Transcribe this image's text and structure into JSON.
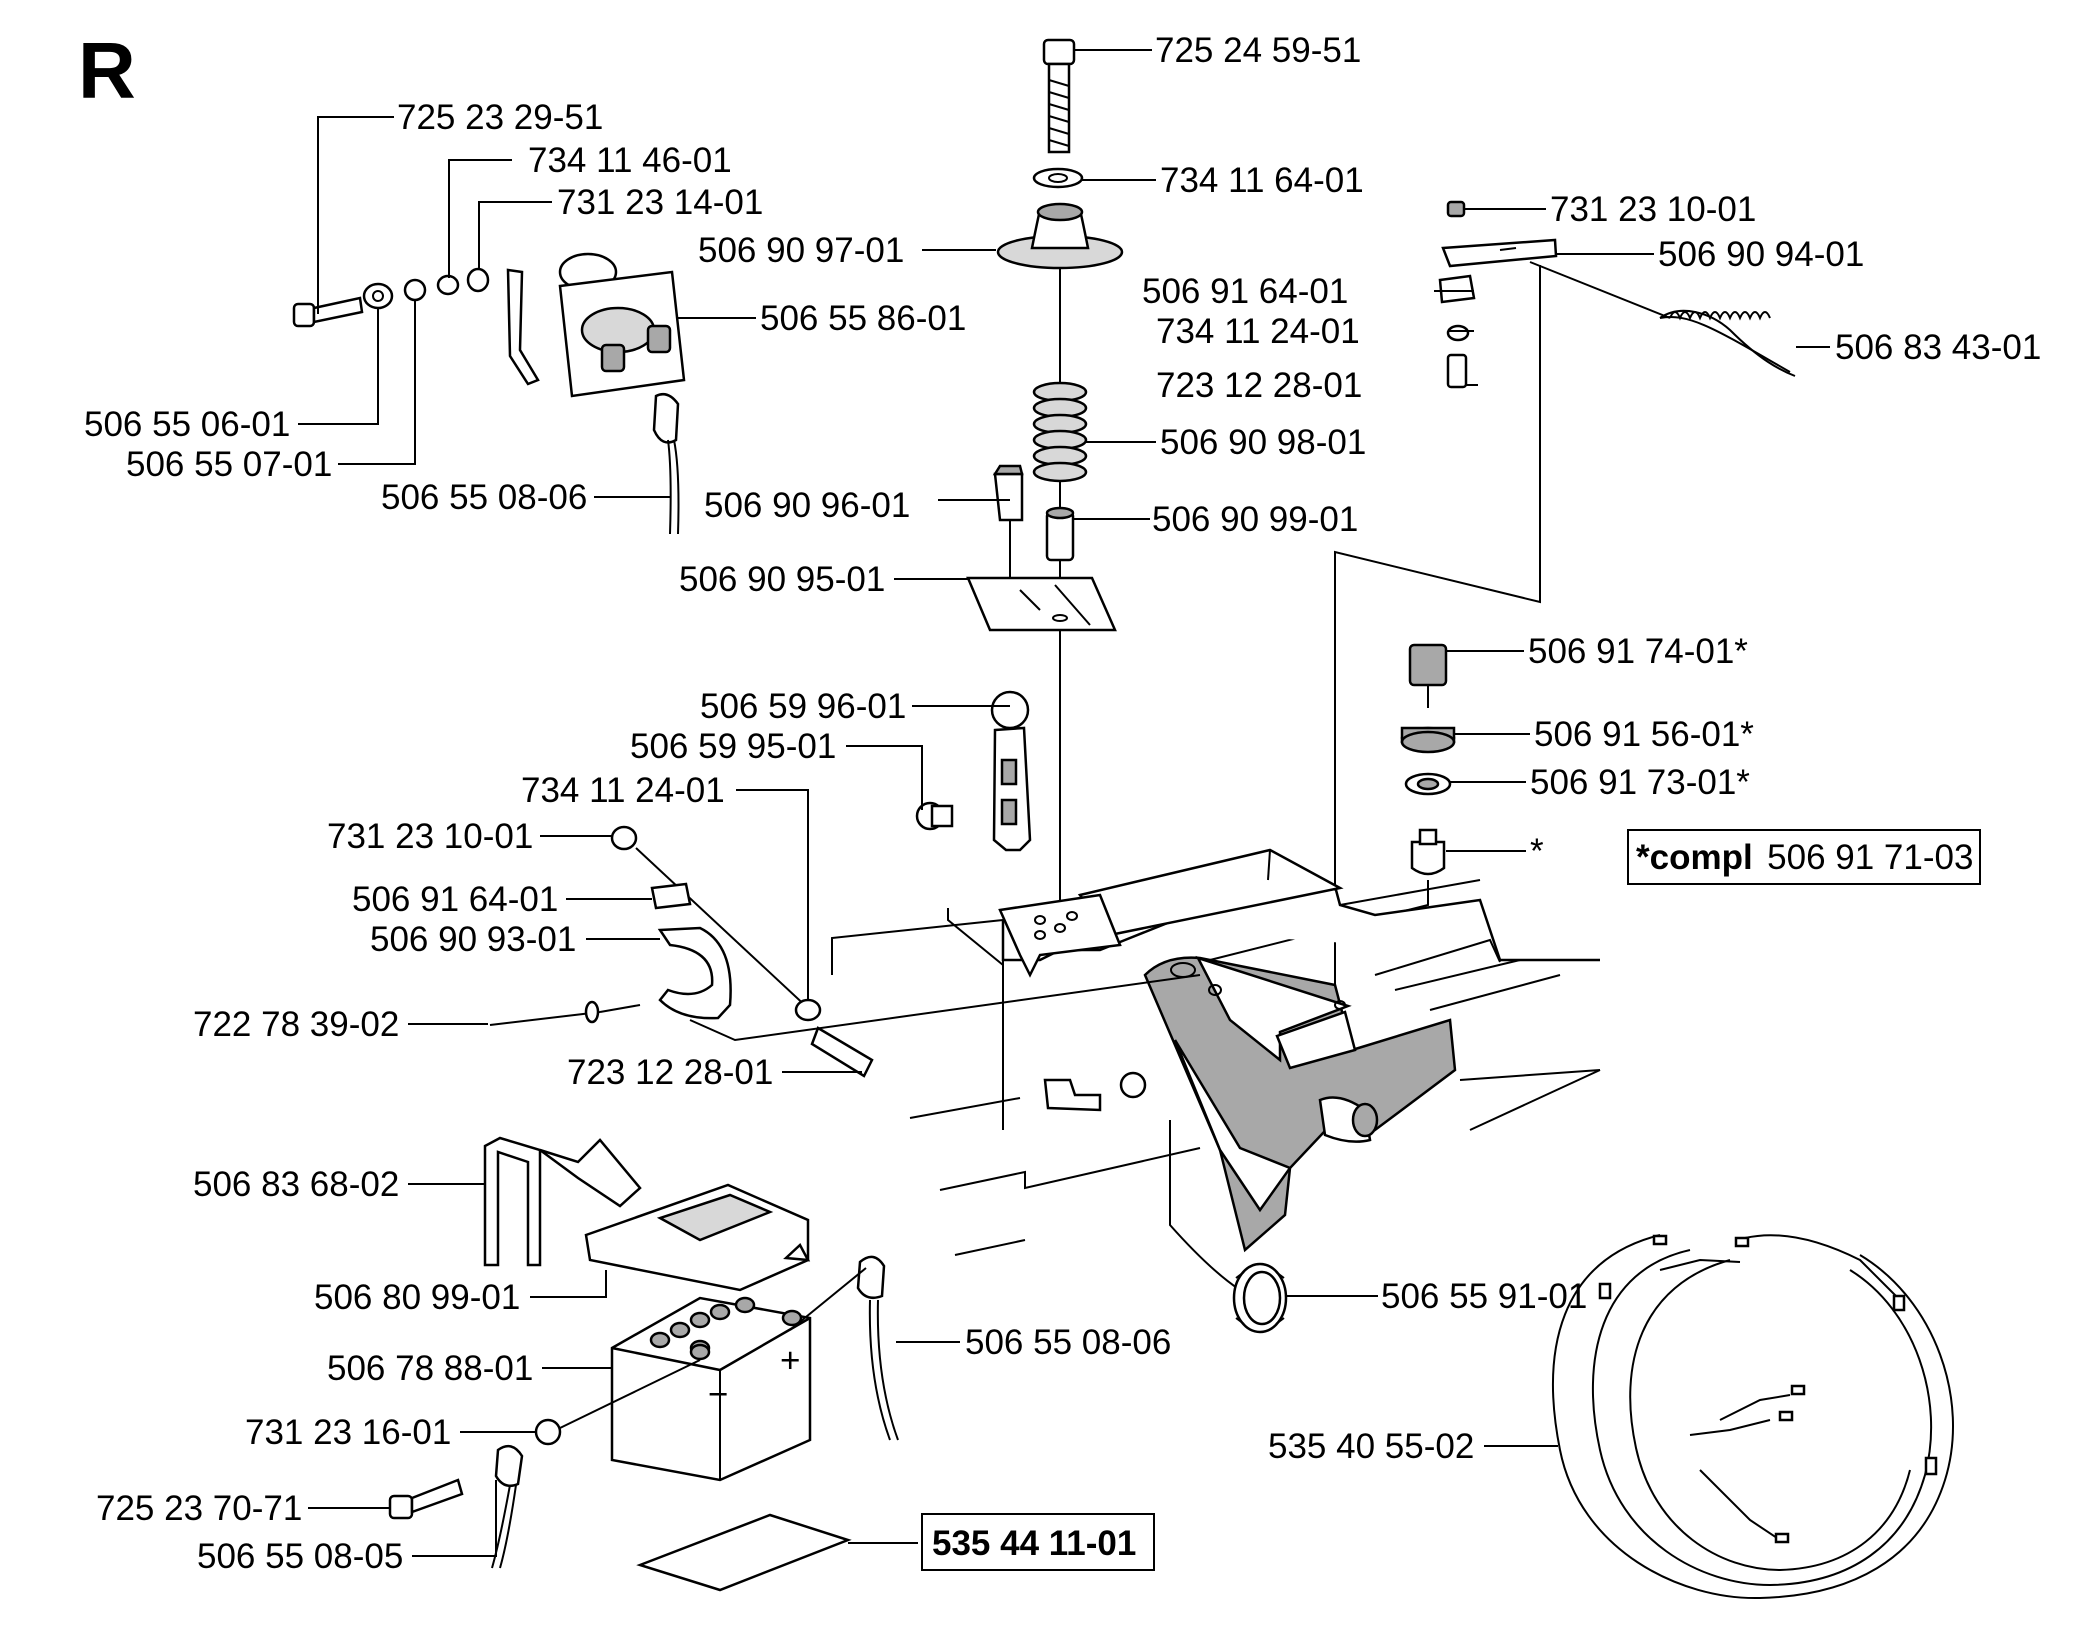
{
  "section_letter": "R",
  "labels": {
    "l01": "725 24 59-51",
    "l02": "725 23 29-51",
    "l03": "734 11 46-01",
    "l04": "731 23 14-01",
    "l05": "734 11 64-01",
    "l06": "731 23 10-01",
    "l07": "506 90 97-01",
    "l08": "506 90 94-01",
    "l09": "506 55 86-01",
    "l10": "506 91 64-01",
    "l11": "734 11 24-01",
    "l12": "506 83 43-01",
    "l13": "723 12 28-01",
    "l14": "506 55 06-01",
    "l15": "506 90 98-01",
    "l16": "506 55 07-01",
    "l17": "506 55 08-06",
    "l18": "506 90 96-01",
    "l19": "506 90 99-01",
    "l20": "506 90 95-01",
    "l21": "506 91 74-01*",
    "l22": "506 59 96-01",
    "l23": "506 91 56-01*",
    "l24": "506 59 95-01",
    "l25": "506 91 73-01*",
    "l26": "734 11 24-01",
    "l27": "731 23 10-01",
    "l28": "*",
    "l29": "506 91 64-01",
    "l30": "506 90 93-01",
    "l31": "722 78 39-02",
    "l32": "723 12 28-01",
    "l33": "506 83 68-02",
    "l34": "506 55 91-01",
    "l35": "506 80 99-01",
    "l36": "506 55 08-06",
    "l37": "506 78 88-01",
    "l38": "535 40 55-02",
    "l39": "731 23 16-01",
    "l40": "725 23 70-71",
    "l41": "506 55 08-05"
  },
  "compl_box": {
    "prefix": "*compl",
    "number": "506 91 71-03"
  },
  "manual_box": "535 44 11-01",
  "battery_minus": "−",
  "battery_plus": "+"
}
